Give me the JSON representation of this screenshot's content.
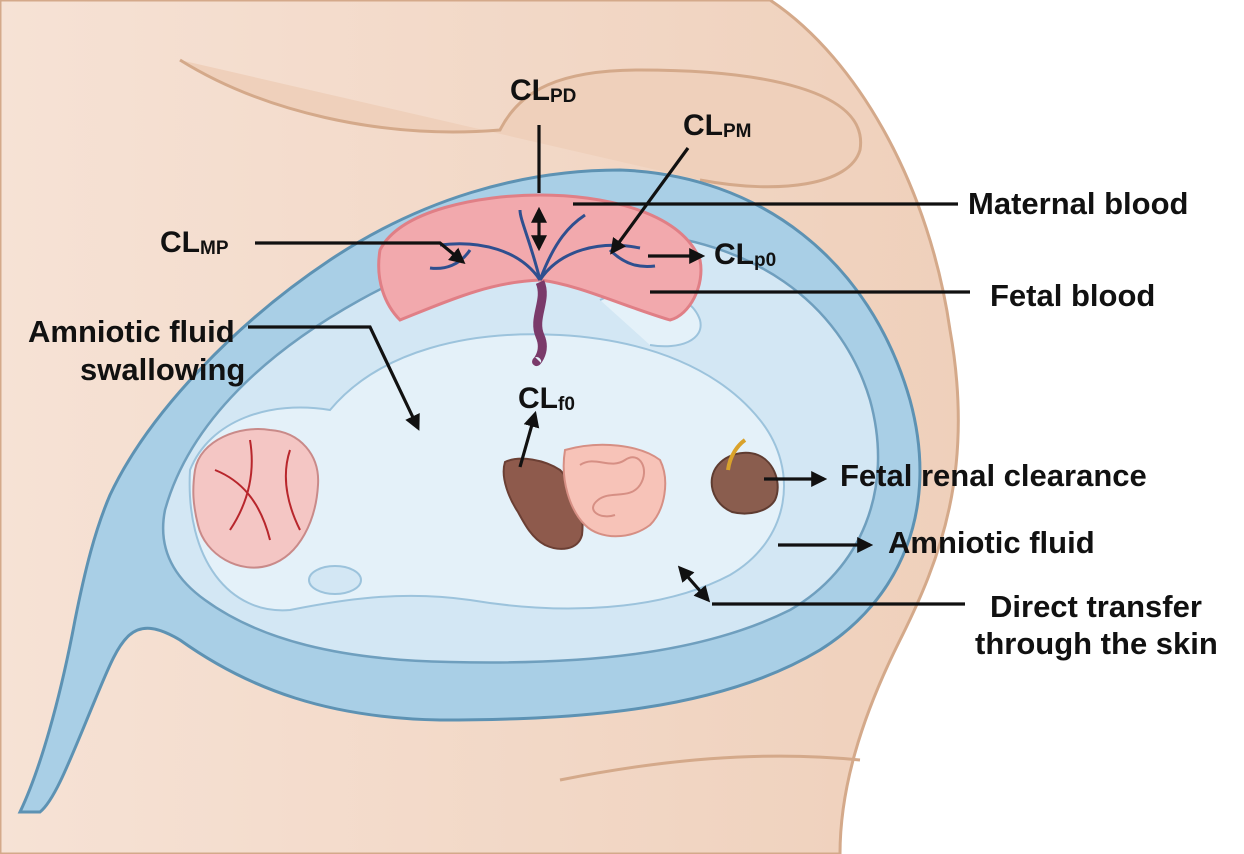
{
  "labels": {
    "cl_pd": {
      "main": "CL",
      "sub": "PD"
    },
    "cl_pm": {
      "main": "CL",
      "sub": "PM"
    },
    "cl_mp": {
      "main": "CL",
      "sub": "MP"
    },
    "cl_p0": {
      "main": "CL",
      "sub": "p0"
    },
    "cl_f0": {
      "main": "CL",
      "sub": "f0"
    },
    "maternal_blood": "Maternal blood",
    "fetal_blood": "Fetal blood",
    "amniotic_swallowing_line1": "Amniotic fluid",
    "amniotic_swallowing_line2": "swallowing",
    "fetal_renal_clearance": "Fetal renal clearance",
    "amniotic_fluid": "Amniotic fluid",
    "direct_transfer_line1": "Direct transfer",
    "direct_transfer_line2": "through the skin"
  },
  "colors": {
    "skin": "#efd3c0",
    "skin_outline": "#d4a98a",
    "uterus_wall": "#9fc7e0",
    "uterus_outline": "#5d92b3",
    "amniotic_fluid": "#cfe5f3",
    "fetus": "#e3f0f8",
    "placenta": "#f2a9ad",
    "placenta_dark": "#e07f86",
    "brain": "#f4c6c4",
    "liver": "#8e5a4c",
    "intestine": "#f7c3b8",
    "kidney": "#8a5d4e",
    "arrow": "#111111"
  }
}
